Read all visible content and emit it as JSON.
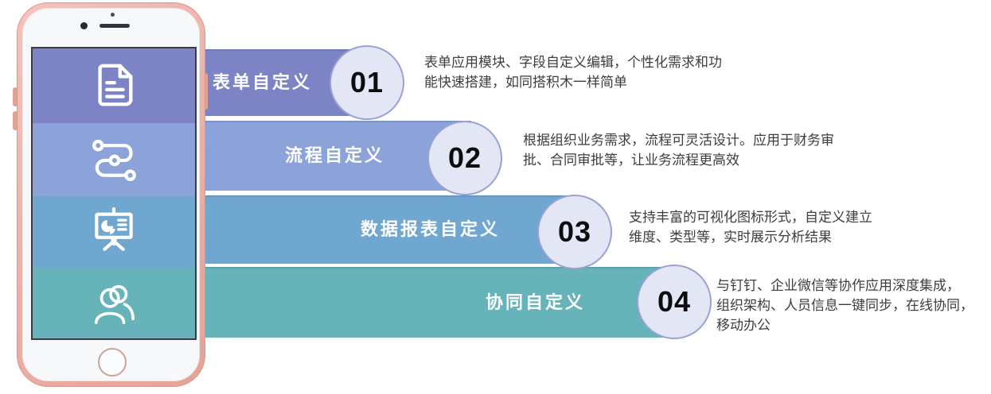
{
  "page": {
    "background": "#ffffff",
    "type": "product-feature-infographic"
  },
  "phone": {
    "frame_color": "#EDAFA4",
    "bezel_color": "#F7F8FA",
    "screen_border_color": "#3A3A46",
    "home_button_ring_color": "#CFA096",
    "bands": [
      {
        "color": "#7C84C5",
        "icon": "document-icon"
      },
      {
        "color": "#8CA3DA",
        "icon": "workflow-icon"
      },
      {
        "color": "#6FA7D0",
        "icon": "chart-board-icon"
      },
      {
        "color": "#66B4BA",
        "icon": "people-icon"
      }
    ]
  },
  "badge": {
    "fill": "#E2E6F5",
    "border": "#99A2D3",
    "number_color": "#0d0d0d"
  },
  "rows": [
    {
      "label": "表单自定义",
      "number": "01",
      "bar_color": "#7C84C5",
      "description": "表单应用模块、字段自定义编辑，个性化需求和功\n能快速搭建，如同搭积木一样简单"
    },
    {
      "label": "流程自定义",
      "number": "02",
      "bar_color": "#8CA3DA",
      "description": "根据组织业务需求，流程可灵活设计。应用于财务审\n批、合同审批等，让业务流程更高效"
    },
    {
      "label": "数据报表自定义",
      "number": "03",
      "bar_color": "#6FA7D0",
      "description": "支持丰富的可视化图标形式，自定义建立\n维度、类型等，实时展示分析结果"
    },
    {
      "label": "协同自定义",
      "number": "04",
      "bar_color": "#66B4BA",
      "description": "与钉钉、企业微信等协作应用深度集成，\n组织架构、人员信息一键同步，在线协同，\n移动办公"
    }
  ],
  "text_color": "#3d3d3d",
  "label_text_color": "#ffffff"
}
